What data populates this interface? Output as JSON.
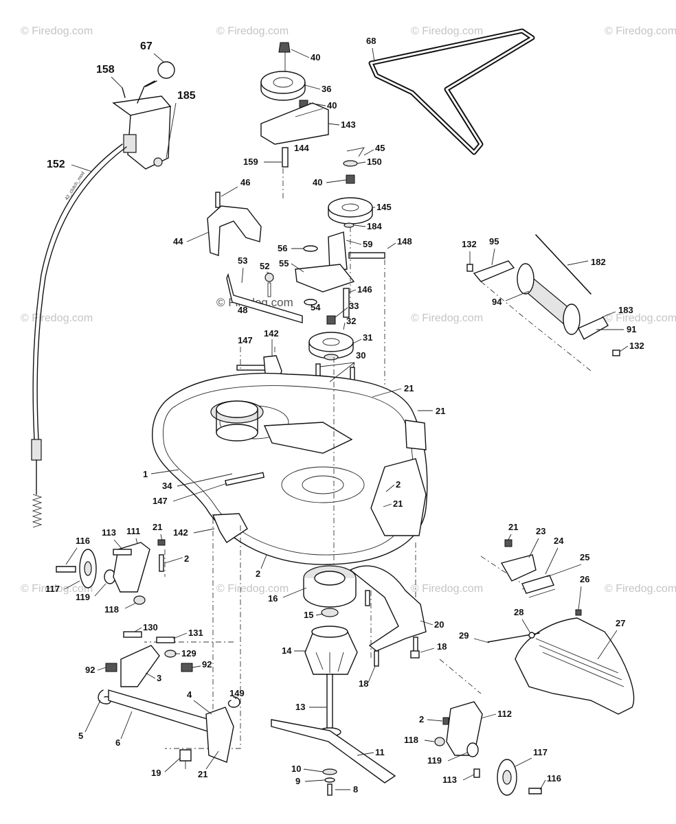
{
  "watermark": {
    "text": "© Firedog.com",
    "center_text": "© Firedog.com"
  },
  "labels": {
    "cable_decal": "42_clutch_mod"
  },
  "callouts": [
    {
      "id": "p67",
      "label": "67",
      "size": "big"
    },
    {
      "id": "p158",
      "label": "158",
      "size": "big"
    },
    {
      "id": "p185",
      "label": "185",
      "size": "big"
    },
    {
      "id": "p152",
      "label": "152",
      "size": "big"
    },
    {
      "id": "p40a",
      "label": "40"
    },
    {
      "id": "p36",
      "label": "36"
    },
    {
      "id": "p40b",
      "label": "40"
    },
    {
      "id": "p143",
      "label": "143"
    },
    {
      "id": "p144",
      "label": "144"
    },
    {
      "id": "p159",
      "label": "159"
    },
    {
      "id": "p68",
      "label": "68"
    },
    {
      "id": "p45",
      "label": "45"
    },
    {
      "id": "p150",
      "label": "150"
    },
    {
      "id": "p40c",
      "label": "40"
    },
    {
      "id": "p46",
      "label": "46"
    },
    {
      "id": "p44",
      "label": "44"
    },
    {
      "id": "p145",
      "label": "145"
    },
    {
      "id": "p184",
      "label": "184"
    },
    {
      "id": "p56",
      "label": "56"
    },
    {
      "id": "p59",
      "label": "59"
    },
    {
      "id": "p148",
      "label": "148"
    },
    {
      "id": "p53",
      "label": "53"
    },
    {
      "id": "p52",
      "label": "52"
    },
    {
      "id": "p55",
      "label": "55"
    },
    {
      "id": "p146",
      "label": "146"
    },
    {
      "id": "p54",
      "label": "54"
    },
    {
      "id": "p48",
      "label": "48"
    },
    {
      "id": "p33",
      "label": "33"
    },
    {
      "id": "p32",
      "label": "32"
    },
    {
      "id": "p31",
      "label": "31"
    },
    {
      "id": "p147a",
      "label": "147"
    },
    {
      "id": "p142a",
      "label": "142"
    },
    {
      "id": "p30",
      "label": "30"
    },
    {
      "id": "p132a",
      "label": "132"
    },
    {
      "id": "p95",
      "label": "95"
    },
    {
      "id": "p182",
      "label": "182"
    },
    {
      "id": "p94",
      "label": "94"
    },
    {
      "id": "p183",
      "label": "183"
    },
    {
      "id": "p91",
      "label": "91"
    },
    {
      "id": "p132b",
      "label": "132"
    },
    {
      "id": "p21a",
      "label": "21"
    },
    {
      "id": "p21b",
      "label": "21"
    },
    {
      "id": "p1",
      "label": "1"
    },
    {
      "id": "p34",
      "label": "34"
    },
    {
      "id": "p147b",
      "label": "147"
    },
    {
      "id": "p2a",
      "label": "2"
    },
    {
      "id": "p21c",
      "label": "21"
    },
    {
      "id": "p142b",
      "label": "142"
    },
    {
      "id": "p116a",
      "label": "116"
    },
    {
      "id": "p113a",
      "label": "113"
    },
    {
      "id": "p111",
      "label": "111"
    },
    {
      "id": "p21d",
      "label": "21"
    },
    {
      "id": "p2b",
      "label": "2"
    },
    {
      "id": "p2c",
      "label": "2"
    },
    {
      "id": "p117a",
      "label": "117"
    },
    {
      "id": "p119a",
      "label": "119"
    },
    {
      "id": "p118a",
      "label": "118"
    },
    {
      "id": "p16",
      "label": "16"
    },
    {
      "id": "p21e",
      "label": "21"
    },
    {
      "id": "p23",
      "label": "23"
    },
    {
      "id": "p24",
      "label": "24"
    },
    {
      "id": "p25",
      "label": "25"
    },
    {
      "id": "p26",
      "label": "26"
    },
    {
      "id": "p15",
      "label": "15"
    },
    {
      "id": "p20",
      "label": "20"
    },
    {
      "id": "p28",
      "label": "28"
    },
    {
      "id": "p27",
      "label": "27"
    },
    {
      "id": "p29",
      "label": "29"
    },
    {
      "id": "p130",
      "label": "130"
    },
    {
      "id": "p131",
      "label": "131"
    },
    {
      "id": "p129",
      "label": "129"
    },
    {
      "id": "p92a",
      "label": "92"
    },
    {
      "id": "p92b",
      "label": "92"
    },
    {
      "id": "p3",
      "label": "3"
    },
    {
      "id": "p14",
      "label": "14"
    },
    {
      "id": "p18a",
      "label": "18"
    },
    {
      "id": "p18b",
      "label": "18"
    },
    {
      "id": "p5",
      "label": "5"
    },
    {
      "id": "p6",
      "label": "6"
    },
    {
      "id": "p4",
      "label": "4"
    },
    {
      "id": "p149",
      "label": "149"
    },
    {
      "id": "p13",
      "label": "13"
    },
    {
      "id": "p2d",
      "label": "2"
    },
    {
      "id": "p112",
      "label": "112"
    },
    {
      "id": "p118b",
      "label": "118"
    },
    {
      "id": "p19",
      "label": "19"
    },
    {
      "id": "p21f",
      "label": "21"
    },
    {
      "id": "p11",
      "label": "11"
    },
    {
      "id": "p10",
      "label": "10"
    },
    {
      "id": "p9",
      "label": "9"
    },
    {
      "id": "p8",
      "label": "8"
    },
    {
      "id": "p119b",
      "label": "119"
    },
    {
      "id": "p117b",
      "label": "117"
    },
    {
      "id": "p113b",
      "label": "113"
    },
    {
      "id": "p116b",
      "label": "116"
    }
  ]
}
